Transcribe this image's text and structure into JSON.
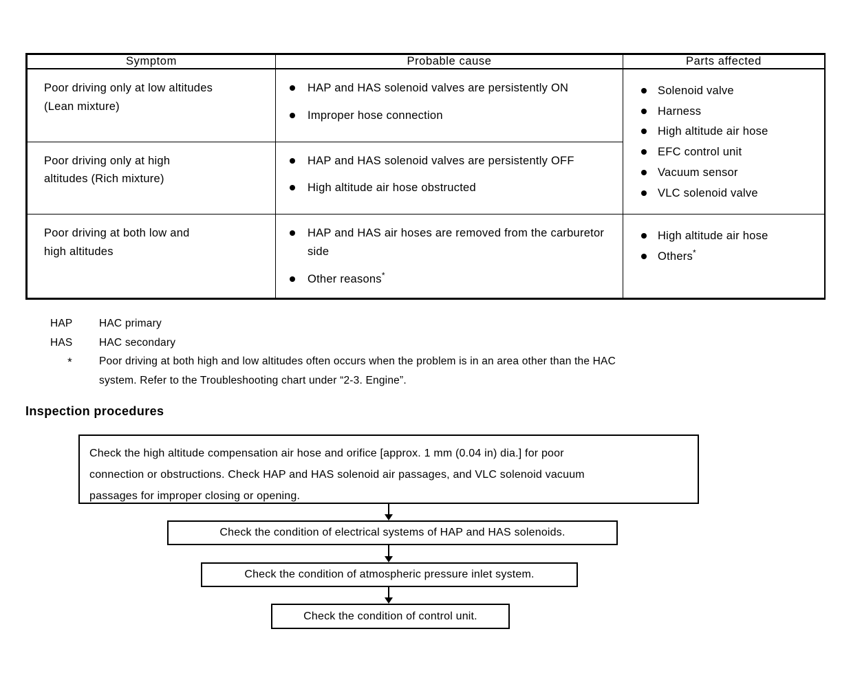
{
  "table": {
    "headers": [
      "Symptom",
      "Probable cause",
      "Parts affected"
    ],
    "rows": [
      {
        "symptom_lines": [
          "Poor driving only at low altitudes",
          "(Lean mixture)"
        ],
        "causes": [
          "HAP and HAS solenoid valves are persistently ON",
          "Improper hose connection"
        ]
      },
      {
        "symptom_lines": [
          "Poor driving only at high",
          "altitudes (Rich mixture)"
        ],
        "causes": [
          "HAP and HAS solenoid valves are persistently OFF",
          "High altitude air hose obstructed"
        ]
      },
      {
        "symptom_lines": [
          "Poor driving at both low and",
          "high altitudes"
        ],
        "causes": [
          "HAP and HAS air hoses are removed from the carburetor side",
          "Other reasons"
        ],
        "causes_footnote_marks": [
          false,
          true
        ]
      }
    ],
    "parts_group_1": [
      "Solenoid valve",
      "Harness",
      "High altitude air hose",
      "EFC control unit",
      "Vacuum sensor",
      "VLC solenoid valve"
    ],
    "parts_group_2": [
      "High altitude air hose",
      "Others"
    ],
    "parts_group_2_footnote_marks": [
      false,
      true
    ]
  },
  "notes": [
    {
      "key": "HAP",
      "value": "HAC primary"
    },
    {
      "key": "HAS",
      "value": "HAC secondary"
    },
    {
      "key": "*",
      "value_line1": "Poor driving at both high and low altitudes often occurs when the problem is in an area other than the HAC",
      "value_line2": "system. Refer to the Troubleshooting chart under “2-3. Engine”."
    }
  ],
  "section": {
    "heading": "Inspection procedures"
  },
  "flowchart": {
    "boxes": [
      {
        "id": "box-1",
        "line1": "Check the high altitude compensation air hose and orifice [approx. 1 mm (0.04 in) dia.]  for poor",
        "line2": "connection or obstructions. Check HAP and HAS solenoid air passages, and VLC solenoid vacuum",
        "line3": "passages for improper closing or opening."
      },
      {
        "id": "box-2",
        "text": "Check the condition of electrical systems of HAP and HAS solenoids."
      },
      {
        "id": "box-3",
        "text": "Check the condition of atmospheric pressure inlet system."
      },
      {
        "id": "box-4",
        "text": "Check the condition of control unit."
      }
    ]
  },
  "footnote_mark": "*"
}
